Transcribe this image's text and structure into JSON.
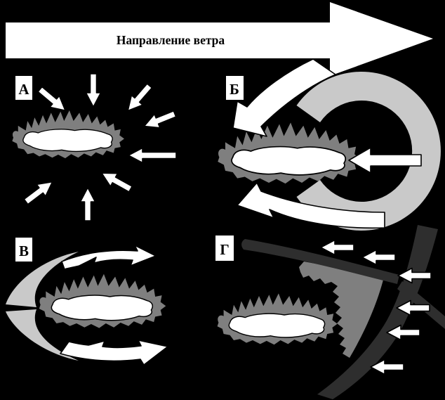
{
  "diagram": {
    "title": "Направление ветра",
    "panels": [
      {
        "key": "A",
        "label": "А",
        "arrows": "eight white arrows pointing inward toward fire"
      },
      {
        "key": "B",
        "label": "Б",
        "arrows": "two curved circulation arrows and one straight arrow pointing left into fire"
      },
      {
        "key": "V",
        "label": "В",
        "arrows": "two curved arrows sweeping right from crescent behind fire"
      },
      {
        "key": "G",
        "label": "Г",
        "arrows": "six white arrows pointing left toward barrier roads"
      }
    ]
  },
  "colors": {
    "background": "#000000",
    "arrow_white": "#ffffff",
    "outline": "#000000",
    "flame_gray": "#7f7f7f",
    "fire_core": "#ffffff",
    "crescent_gray": "#c9c9c9",
    "barrier_dark": "#2e2e2e",
    "label_bg": "#ffffff",
    "label_text": "#000000"
  }
}
